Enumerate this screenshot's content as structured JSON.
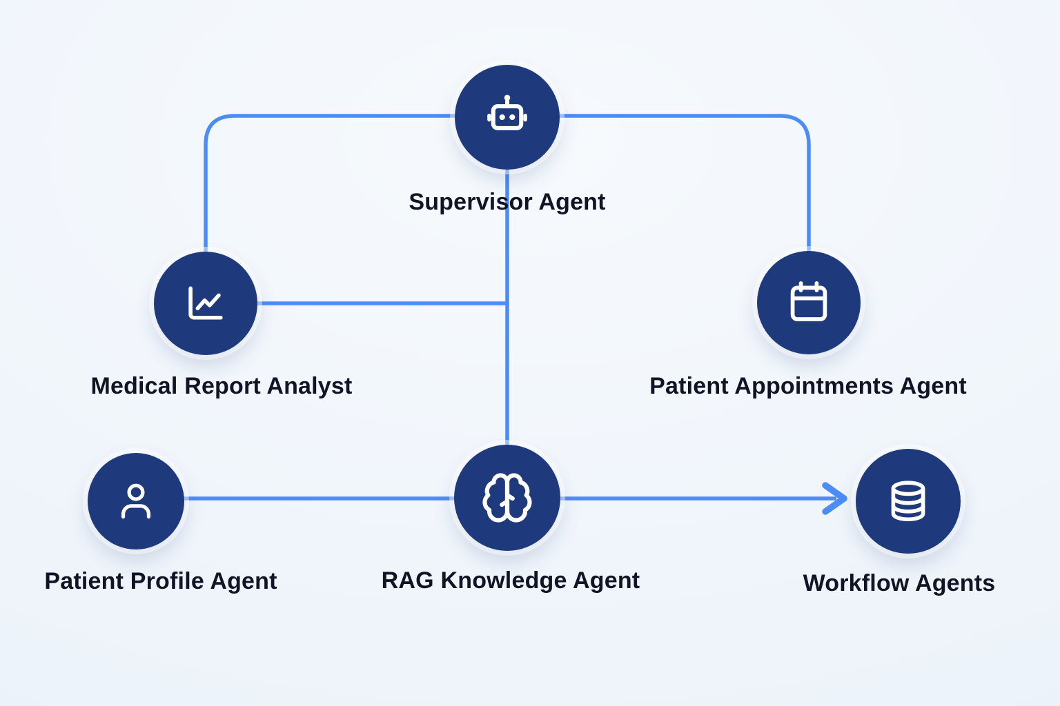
{
  "colors": {
    "bg": "#f0f5fb",
    "node-bg": "#1e3a7c",
    "line": "#4c8df5",
    "label": "#101425"
  },
  "diagram": {
    "type": "agent-architecture-flowchart",
    "nodes": {
      "supervisor": {
        "label": "Supervisor Agent",
        "icon": "robot-icon"
      },
      "medical": {
        "label": "Medical Report Analyst",
        "icon": "line-chart-icon"
      },
      "appointments": {
        "label": "Patient Appointments Agent",
        "icon": "calendar-icon"
      },
      "profile": {
        "label": "Patient Profile Agent",
        "icon": "user-icon"
      },
      "rag": {
        "label": "RAG Knowledge Agent",
        "icon": "brain-icon"
      },
      "workflow": {
        "label": "Workflow Agents",
        "icon": "database-icon"
      }
    },
    "connections": [
      {
        "from": "supervisor",
        "to": "medical",
        "style": "elbow",
        "arrow": false
      },
      {
        "from": "supervisor",
        "to": "appointments",
        "style": "elbow",
        "arrow": false
      },
      {
        "from": "supervisor",
        "to": "rag",
        "style": "straight-vertical",
        "arrow": false
      },
      {
        "from": "medical",
        "to": "rag",
        "style": "elbow-horizontal",
        "arrow": false
      },
      {
        "from": "profile",
        "to": "rag",
        "style": "straight-horizontal",
        "arrow": false
      },
      {
        "from": "rag",
        "to": "workflow",
        "style": "straight-horizontal",
        "arrow": true
      }
    ]
  }
}
